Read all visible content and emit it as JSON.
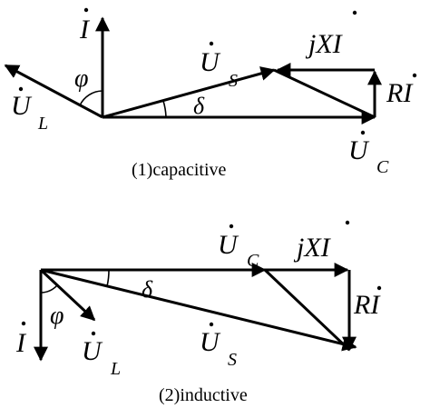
{
  "diagram": {
    "capacitive": {
      "caption": "(1)capacitive",
      "labels": {
        "I": "I",
        "phi": "φ",
        "U_L": "U",
        "U_L_sub": "L",
        "U_S": "U",
        "U_S_sub": "S",
        "delta": "δ",
        "jXI": "jXI",
        "RI": "RI",
        "U_C": "U",
        "U_C_sub": "C"
      }
    },
    "inductive": {
      "caption": "(2)inductive",
      "labels": {
        "U_C": "U",
        "U_C_sub": "C",
        "jXI": "jXI",
        "delta": "δ",
        "RI": "RI",
        "phi": "φ",
        "I": "I",
        "U_L": "U",
        "U_L_sub": "L",
        "U_S": "U",
        "U_S_sub": "S"
      }
    }
  }
}
